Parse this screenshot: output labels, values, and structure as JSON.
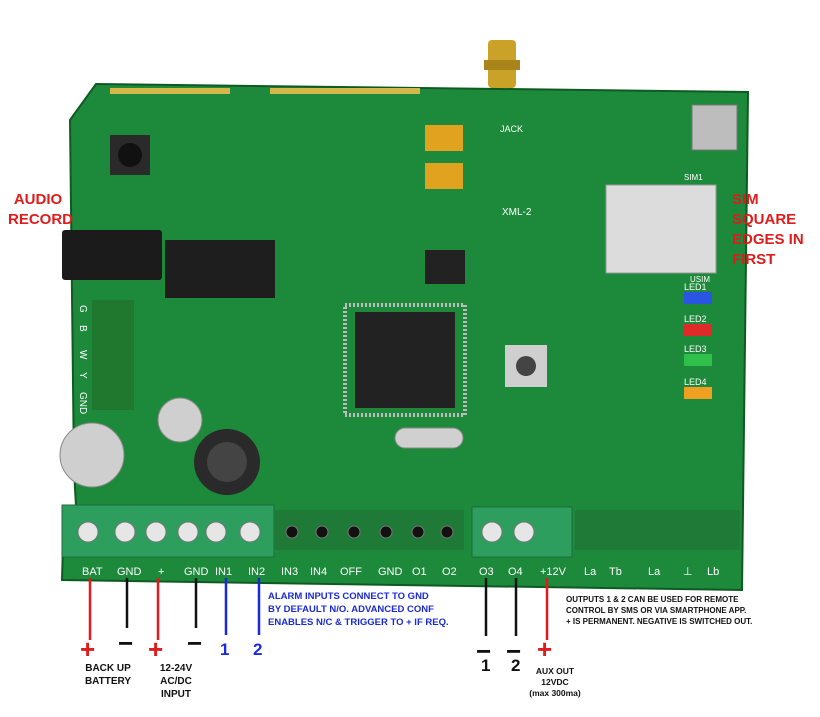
{
  "labels": {
    "audio_line1": "AUDIO",
    "audio_line2": "RECORD",
    "sim_line1": "SIM",
    "sim_line2": "SQUARE",
    "sim_line3": "EDGES IN",
    "sim_line4": "FIRST",
    "backup_line1": "BACK UP",
    "backup_line2": "BATTERY",
    "input_line1": "12-24V",
    "input_line2": "AC/DC",
    "input_line3": "INPUT",
    "alarm_line1": "ALARM INPUTS CONNECT TO GND",
    "alarm_line2": "BY DEFAULT N/O. ADVANCED CONF",
    "alarm_line3": "ENABLES N/C & TRIGGER TO + IF REQ.",
    "aux_line1": "AUX OUT",
    "aux_line2": "12VDC",
    "aux_line3": "(max 300ma)",
    "outputs_line1": "OUTPUTS 1 & 2 CAN BE USED FOR REMOTE",
    "outputs_line2": "CONTROL BY SMS OR VIA SMARTPHONE APP.",
    "outputs_line3": "+ IS PERMANENT. NEGATIVE IS SWITCHED OUT.",
    "in1_num": "1",
    "in2_num": "2",
    "out1_num": "1",
    "out2_num": "2",
    "plus": "+",
    "minus": "−"
  },
  "board": {
    "terminals": [
      "BAT",
      "GND",
      "+",
      "GND",
      "IN1",
      "IN2",
      "IN3",
      "IN4",
      "OFF",
      "GND",
      "O1",
      "O2",
      "O3",
      "O4",
      "+12V",
      "La",
      "Tb",
      "La",
      "⊥",
      "Lb"
    ],
    "side_terminals": [
      "G",
      "B",
      "W",
      "Y",
      "GND"
    ],
    "leds": [
      "LED1",
      "LED2",
      "LED3",
      "LED4"
    ],
    "silk": {
      "jack": "JACK",
      "model": "XML-2",
      "sim": "SIM1",
      "usim": "USIM"
    }
  },
  "colors": {
    "pcb": "#1c8a3a",
    "pcb_dark": "#136b2b",
    "terminal": "#2e9e5e",
    "red": "#e01b1b",
    "blue": "#1a2bd6",
    "led1": "#2a55e0",
    "led2": "#e02a2a",
    "led3": "#2fbf4a",
    "led4": "#f0a020"
  }
}
